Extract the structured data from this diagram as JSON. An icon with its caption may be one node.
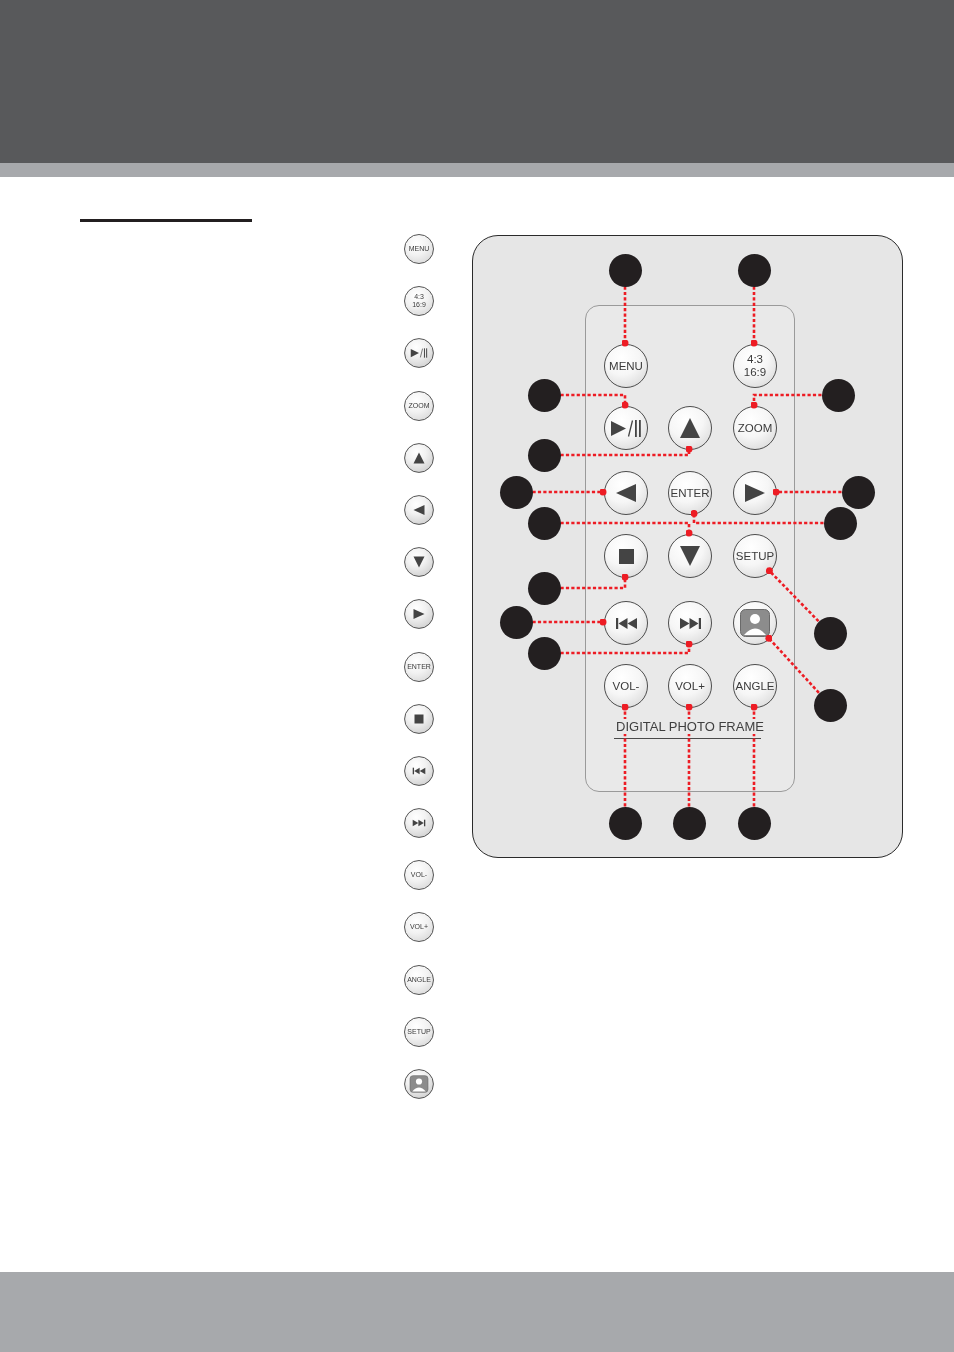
{
  "diagram": {
    "nodes": [
      {
        "text": [
          "DIGITAL PHOTO FRAME"
        ]
      },
      {
        "text": [
          "MENU"
        ],
        "in": 0
      },
      {
        "text": [
          "4:3 16:9"
        ],
        "in": 0
      },
      {
        "text": [],
        "shape": "circle",
        "in": 0
      },
      {
        "text": [],
        "shape": "circle",
        "in": 0
      },
      {
        "text": [
          "ZOOM"
        ],
        "in": 0
      },
      {
        "text": [],
        "shape": "circle",
        "in": 0
      },
      {
        "text": [
          "ENTER"
        ],
        "in": 0
      },
      {
        "text": [],
        "shape": "circle",
        "in": 0
      },
      {
        "text": [],
        "shape": "circle",
        "in": 0
      },
      {
        "text": [],
        "shape": "circle",
        "in": 0
      },
      {
        "text": [
          "SETUP"
        ],
        "in": 0
      },
      {
        "text": [],
        "shape": "circle",
        "in": 0
      },
      {
        "text": [],
        "shape": "circle",
        "in": 0
      },
      {
        "text": [],
        "shape": "circle",
        "in": 0
      },
      {
        "text": [
          "VOL-"
        ],
        "in": 0
      },
      {
        "text": [
          "VOL+"
        ],
        "in": 0
      },
      {
        "text": [
          "ANGLE"
        ],
        "in": 0
      },
      {
        "text": [],
        "shape": "circle"
      },
      {
        "text": [],
        "shape": "circle"
      },
      {
        "text": [],
        "shape": "circle"
      },
      {
        "text": [],
        "shape": "circle"
      },
      {
        "text": [],
        "shape": "circle"
      },
      {
        "text": [],
        "shape": "circle"
      },
      {
        "text": [],
        "shape": "circle"
      },
      {
        "text": [],
        "shape": "circle"
      },
      {
        "text": [],
        "shape": "circle"
      },
      {
        "text": [],
        "shape": "circle"
      },
      {
        "text": [],
        "shape": "circle"
      },
      {
        "text": [],
        "shape": "circle"
      },
      {
        "text": [],
        "shape": "circle"
      },
      {
        "text": [],
        "shape": "circle"
      },
      {
        "text": [],
        "shape": "circle"
      },
      {
        "text": [],
        "shape": "circle"
      },
      {
        "text": [],
        "shape": "circle"
      }
    ],
    "edges": [
      {
        "from": 18,
        "to": 1,
        "arrow": "other",
        "style": "dashed"
      },
      {
        "from": 19,
        "to": 2,
        "arrow": "other",
        "style": "dashed"
      },
      {
        "from": 20,
        "to": 3,
        "arrow": "other",
        "style": "dashed"
      },
      {
        "from": 21,
        "to": 5,
        "arrow": "other",
        "style": "dashed"
      },
      {
        "from": 22,
        "to": 4,
        "arrow": "other",
        "style": "dashed"
      },
      {
        "from": 23,
        "to": 6,
        "arrow": "other",
        "style": "dashed"
      },
      {
        "from": 24,
        "to": 8,
        "arrow": "other",
        "style": "dashed"
      },
      {
        "from": 25,
        "to": 10,
        "arrow": "other",
        "style": "dashed"
      },
      {
        "from": 26,
        "to": 7,
        "arrow": "other",
        "style": "dashed"
      },
      {
        "from": 27,
        "to": 9,
        "arrow": "other",
        "style": "dashed"
      },
      {
        "from": 28,
        "to": 12,
        "arrow": "other",
        "style": "dashed"
      },
      {
        "from": 29,
        "to": 11,
        "arrow": "other",
        "style": "dashed"
      },
      {
        "from": 30,
        "to": 13,
        "arrow": "other",
        "style": "dashed"
      },
      {
        "from": 31,
        "to": 14,
        "arrow": "other",
        "style": "dashed"
      },
      {
        "from": 32,
        "to": 15,
        "arrow": "other",
        "style": "dashed"
      },
      {
        "from": 33,
        "to": 16,
        "arrow": "other",
        "style": "dashed"
      },
      {
        "from": 34,
        "to": 17,
        "arrow": "other",
        "style": "dashed"
      }
    ],
    "labels": [
      "MENU",
      "4:3 16:9",
      "ZOOM",
      "ENTER",
      "VOL-",
      "VOL+",
      "ANGLE",
      "SETUP"
    ]
  }
}
